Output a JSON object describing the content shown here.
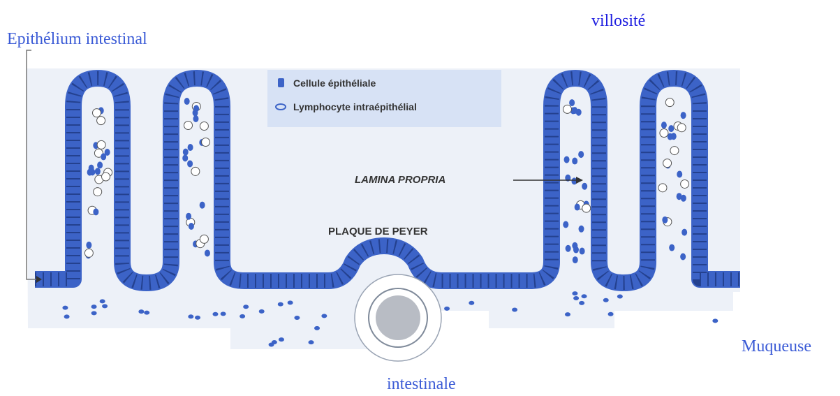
{
  "labels": {
    "villosite": "villosité",
    "epithelium": "Epithélium intestinal",
    "muqueuse": "Muqueuse",
    "intestinale": "intestinale"
  },
  "legend": {
    "epithelial_cell": "Cellule épithéliale",
    "lymphocyte": "Lymphocyte intraépithélial"
  },
  "diagram": {
    "lamina_propria": "LAMINA PROPRIA",
    "peyer_patch": "PLAQUE DE PEYER"
  },
  "colors": {
    "background": "#edf1f8",
    "epithelium": "#3c63c7",
    "epithelium_dark": "#24418f",
    "legend_box": "#d7e2f5",
    "label_blue": "#3b5bd6",
    "title_blue": "#1e1ee0"
  }
}
